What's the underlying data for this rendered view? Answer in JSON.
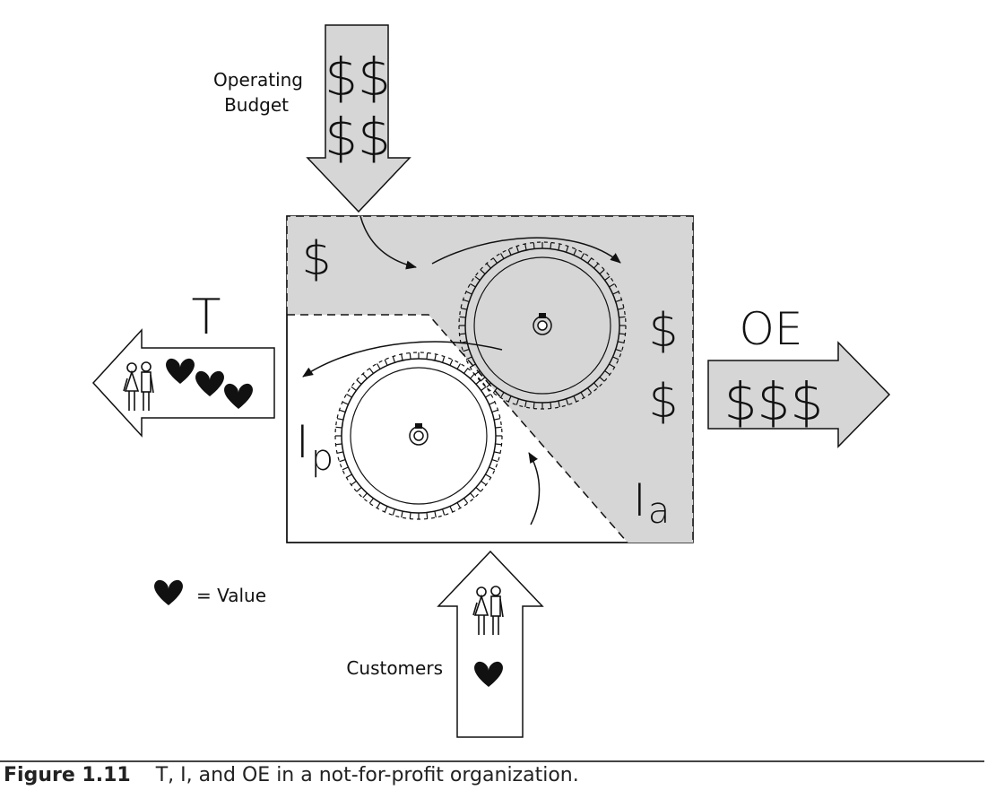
{
  "labels": {
    "operating_budget_line1": "Operating",
    "operating_budget_line2": "Budget",
    "budget_dollars_row1": "$$",
    "budget_dollars_row2": "$$",
    "box_dollar": "$",
    "right_dollar_1": "$",
    "right_dollar_2": "$",
    "t_label": "T",
    "oe_label": "OE",
    "oe_dollars": "$$$",
    "ip_main": "I",
    "ip_sub": "p",
    "ia_main": "I",
    "ia_sub": "a",
    "value_legend": "= Value",
    "customers": "Customers"
  },
  "caption": {
    "number": "Figure 1.11",
    "text": "T, I, and OE in a not-for-profit organization."
  },
  "colors": {
    "shade": "#d6d6d6",
    "ink": "#111111",
    "rule": "#444444"
  }
}
